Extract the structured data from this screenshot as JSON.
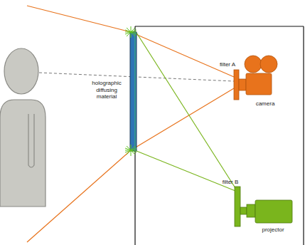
{
  "diagram": {
    "labels": [
      "holographic diffusing material",
      "filter A",
      "camera",
      "filter B",
      "projector"
    ]
  }
}
